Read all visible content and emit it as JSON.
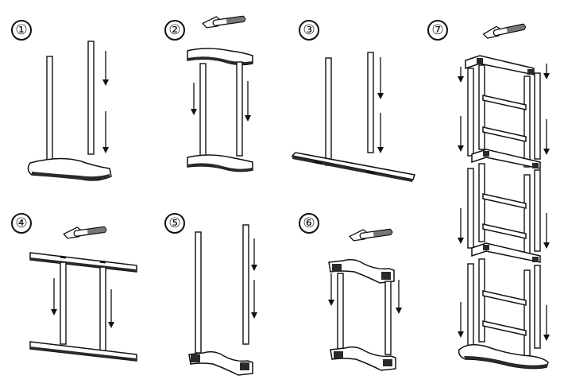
{
  "steps": [
    {
      "id": 1,
      "label": "①"
    },
    {
      "id": 2,
      "label": "②"
    },
    {
      "id": 3,
      "label": "③"
    },
    {
      "id": 4,
      "label": "④"
    },
    {
      "id": 5,
      "label": "⑤"
    },
    {
      "id": 6,
      "label": "⑥"
    },
    {
      "id": 7,
      "label": "⑦"
    }
  ],
  "icons": {
    "hammer": "hammer-icon",
    "arrow": "down-arrow-icon"
  },
  "colors": {
    "line": "#111111",
    "background": "#ffffff"
  }
}
